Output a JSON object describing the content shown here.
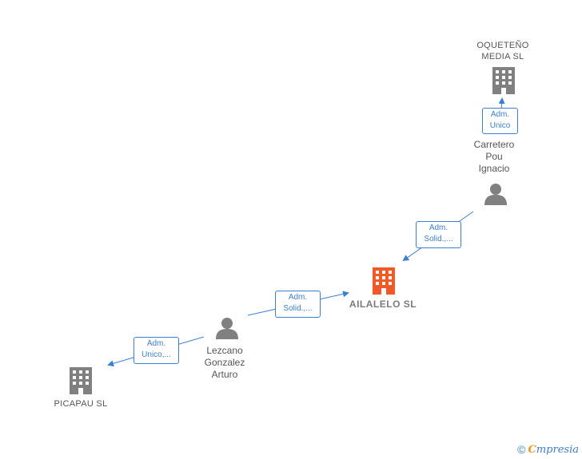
{
  "colors": {
    "edge": "#3b7fd4",
    "node_icon": "#808080",
    "focus_icon": "#f05a28",
    "brand_e": "#f0961e"
  },
  "nodes": {
    "oqueteno": {
      "label": "OQUETEÑO\nMEDIA  SL",
      "type": "company",
      "icon": "building-icon"
    },
    "carretero": {
      "label": "Carretero\nPou\nIgnacio",
      "type": "person",
      "icon": "person-icon"
    },
    "ailalelo": {
      "label": "AILALELO  SL",
      "type": "company-focus",
      "icon": "building-icon"
    },
    "lezcano": {
      "label": "Lezcano\nGonzalez\nArturo",
      "type": "person",
      "icon": "person-icon"
    },
    "picapau": {
      "label": "PICAPAU  SL",
      "type": "company",
      "icon": "building-icon"
    }
  },
  "edges": {
    "carretero_oqueteno": {
      "label": "Adm.\nUnico"
    },
    "carretero_ailalelo": {
      "label": "Adm.\nSolid.,..."
    },
    "lezcano_ailalelo": {
      "label": "Adm.\nSolid.,..."
    },
    "lezcano_picapau": {
      "label": "Adm.\nUnico,..."
    }
  },
  "brand": {
    "copyright": "©",
    "e": "C",
    "rest": "mpresia"
  }
}
